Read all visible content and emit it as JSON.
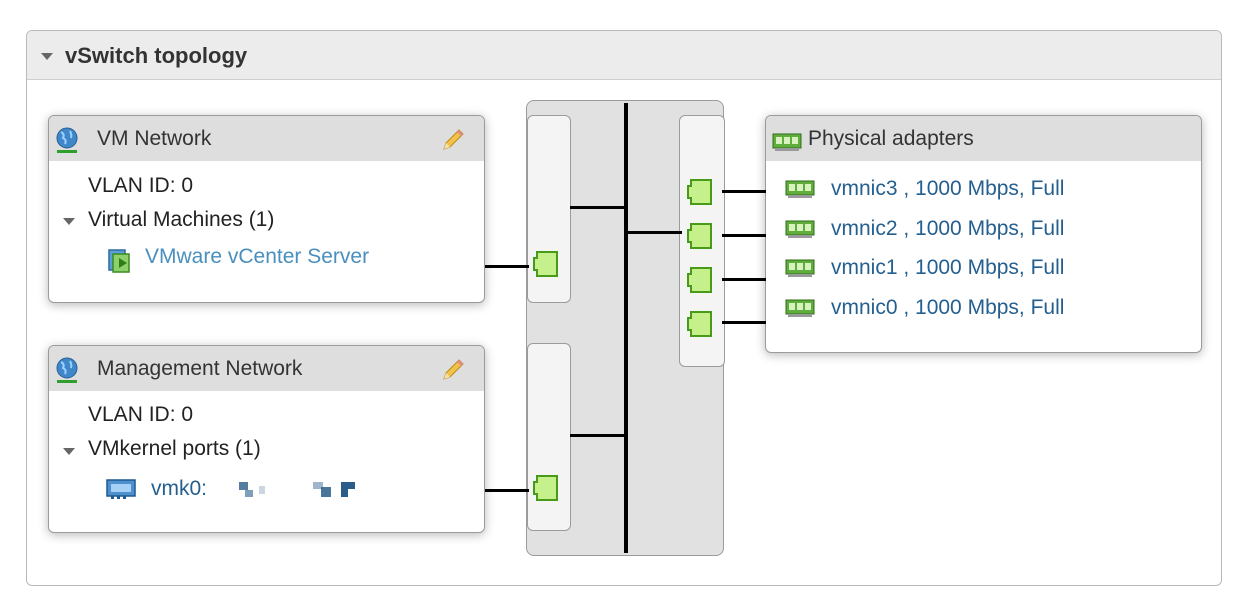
{
  "panel": {
    "title": "vSwitch topology"
  },
  "port_groups": [
    {
      "name": "VM Network",
      "vlan": "VLAN ID: 0",
      "section_label": "Virtual Machines (1)",
      "items": [
        "VMware vCenter Server"
      ]
    },
    {
      "name": "Management Network",
      "vlan": "VLAN ID: 0",
      "section_label": "VMkernel ports (1)",
      "items": [
        "vmk0:"
      ]
    }
  ],
  "physical_adapters": {
    "title": "Physical adapters",
    "items": [
      "vmnic3 , 1000 Mbps, Full",
      "vmnic2 , 1000 Mbps, Full",
      "vmnic1 , 1000 Mbps, Full",
      "vmnic0 , 1000 Mbps, Full"
    ]
  },
  "colors": {
    "link_vm": "#4a8fbd",
    "link_nic": "#245f8f",
    "port_green": "#c6f08c",
    "port_border": "#4a9a1a"
  }
}
